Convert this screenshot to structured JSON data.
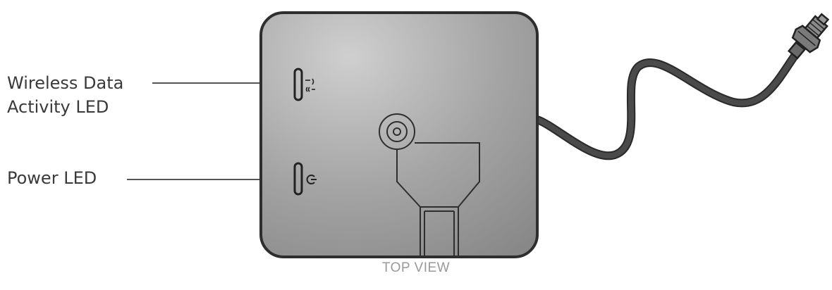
{
  "labels": {
    "wireless_led": "Wireless Data\nActivity LED",
    "power_led": "Power LED"
  },
  "caption": "TOP VIEW",
  "icons": {
    "wireless": "wireless-activity-icon",
    "power": "power-icon",
    "antenna_connector": "sma-connector-icon"
  },
  "colors": {
    "body_gradient_light": "#c9c9c9",
    "body_gradient_dark": "#8c8c8c",
    "outline": "#333333",
    "cable": "#3c3c3c",
    "label_text": "#3a3a3a",
    "caption_text": "#9a9a9a"
  }
}
